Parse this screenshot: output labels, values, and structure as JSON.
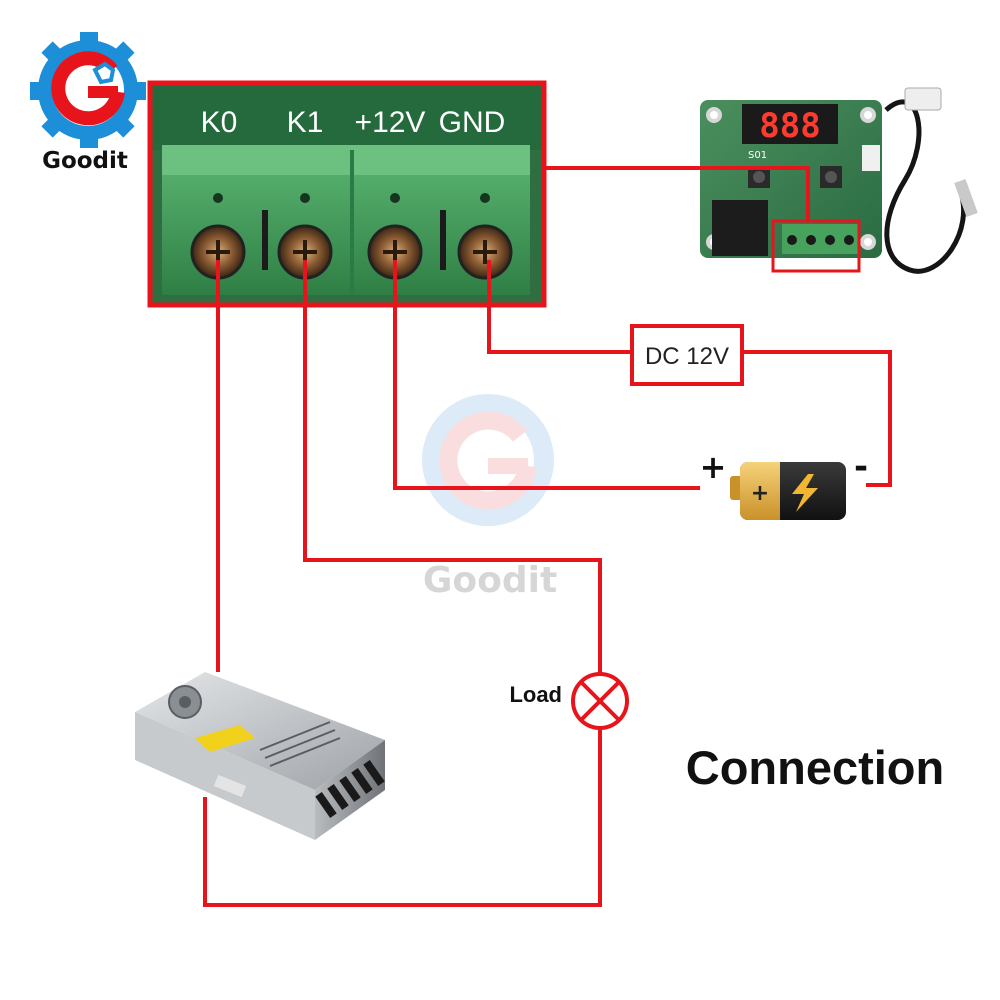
{
  "logo": {
    "brand": "Goodit"
  },
  "watermark": {
    "brand": "Goodit"
  },
  "terminal_block": {
    "terminals": [
      {
        "label": "K0"
      },
      {
        "label": "K1"
      },
      {
        "label": "+12V"
      },
      {
        "label": "GND"
      }
    ]
  },
  "thermostat_module": {
    "display_digits": "888",
    "button_label": "S01"
  },
  "power_label": "DC 12V",
  "battery": {
    "plus": "+",
    "minus": "-"
  },
  "load_label": "Load",
  "caption": "Connection",
  "colors": {
    "wire": "#e8141c",
    "terminal_green": "#3f9a58",
    "pcb_green": "#1f7a4a",
    "brand_blue": "#1d8fd8",
    "brand_red": "#e8141c"
  }
}
